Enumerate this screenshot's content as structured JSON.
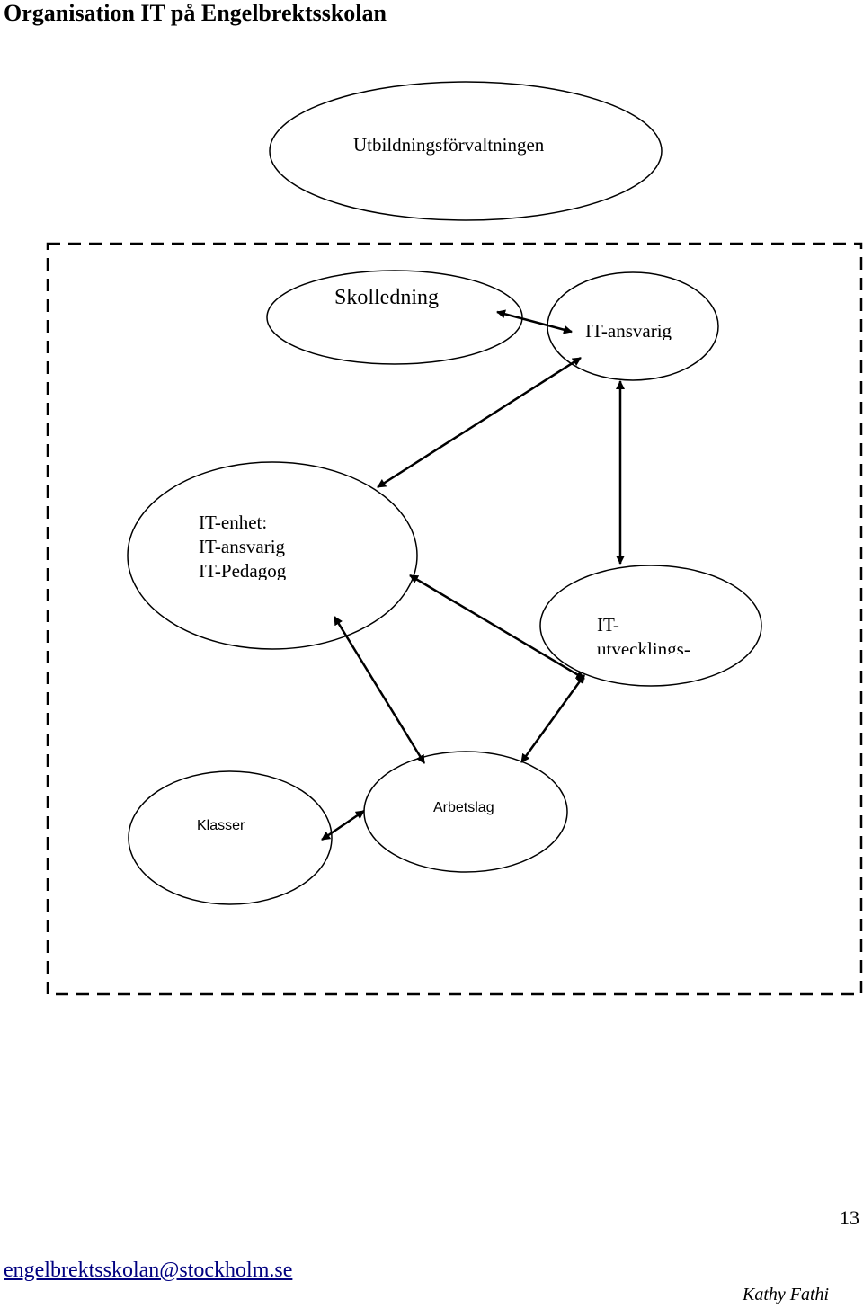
{
  "page_title": "Organisation IT på Engelbrektsskolan",
  "nodes": {
    "utbildningsforvaltningen": "Utbildningsförvaltningen",
    "skolledning": "Skolledning",
    "it_ansvarig": "IT-ansvarig",
    "it_enhet": {
      "line1": "IT-enhet:",
      "line2": "IT-ansvarig",
      "line3": "IT-Pedagog"
    },
    "it_utvecklings": {
      "line1": "IT-",
      "line2": "utvecklings-"
    },
    "arbetslag": "Arbetslag",
    "klasser": "Klasser"
  },
  "footer": {
    "page_number": "13",
    "email": "engelbrektsskolan@stockholm.se",
    "author": "Kathy Fathi"
  }
}
